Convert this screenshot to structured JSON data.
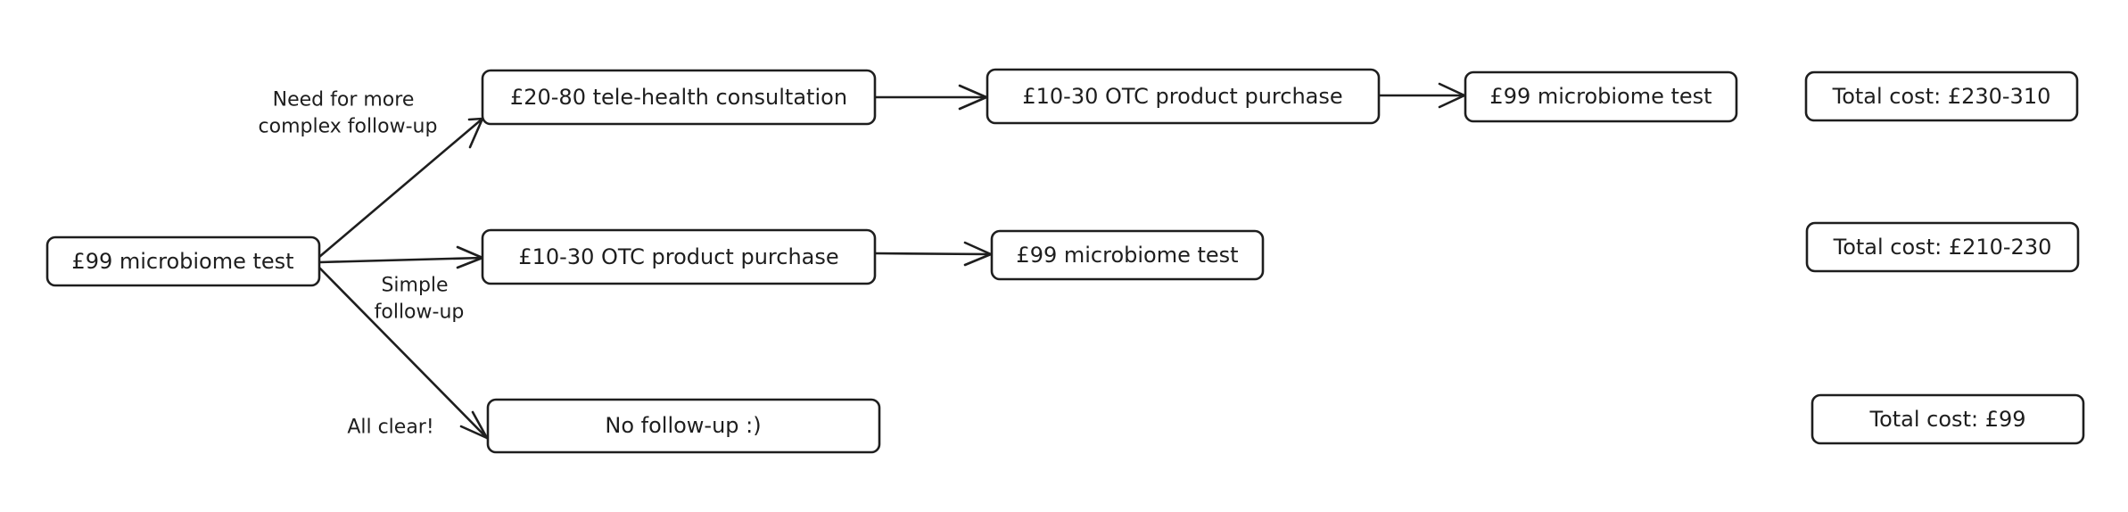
{
  "nodes": {
    "start_test": "£99 microbiome test",
    "telehealth": "£20-80 tele-health consultation",
    "otc_top": "£10-30 OTC product purchase",
    "test_top": "£99 microbiome test",
    "otc_mid": "£10-30 OTC product purchase",
    "test_mid": "£99 microbiome test",
    "no_followup": "No follow-up :)",
    "total_top": "Total cost: £230-310",
    "total_mid": "Total cost: £210-230",
    "total_bottom": "Total cost: £99"
  },
  "edge_labels": {
    "complex_line1": "Need for more",
    "complex_line2": "complex follow-up",
    "simple_line1": "Simple",
    "simple_line2": "follow-up",
    "clear": "All clear!"
  },
  "colors": {
    "stroke": "#1e1e1e",
    "background": "#ffffff"
  }
}
